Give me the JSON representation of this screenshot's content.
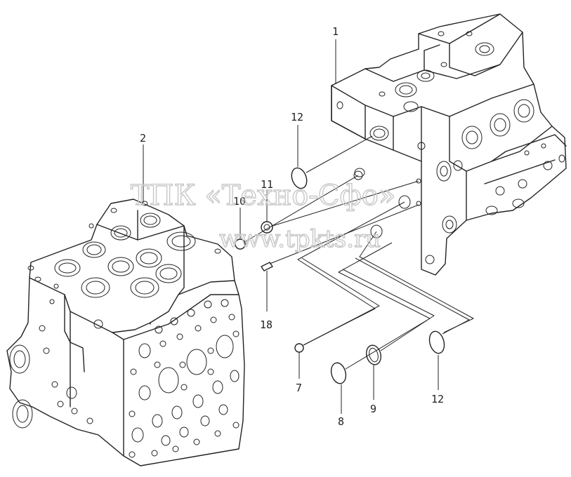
{
  "watermark": {
    "line1": "ТПК «Техно-Сфо»",
    "line2": "www.tpkts.ru"
  },
  "callouts": [
    {
      "id": "c1",
      "text": "1"
    },
    {
      "id": "c2",
      "text": "2"
    },
    {
      "id": "c12a",
      "text": "12"
    },
    {
      "id": "c10",
      "text": "10"
    },
    {
      "id": "c11",
      "text": "11"
    },
    {
      "id": "c18",
      "text": "18"
    },
    {
      "id": "c7",
      "text": "7"
    },
    {
      "id": "c8",
      "text": "8"
    },
    {
      "id": "c9",
      "text": "9"
    },
    {
      "id": "c12b",
      "text": "12"
    }
  ],
  "colors": {
    "line": "#222222",
    "watermark": "#c8c8c8",
    "background": "#ffffff"
  }
}
